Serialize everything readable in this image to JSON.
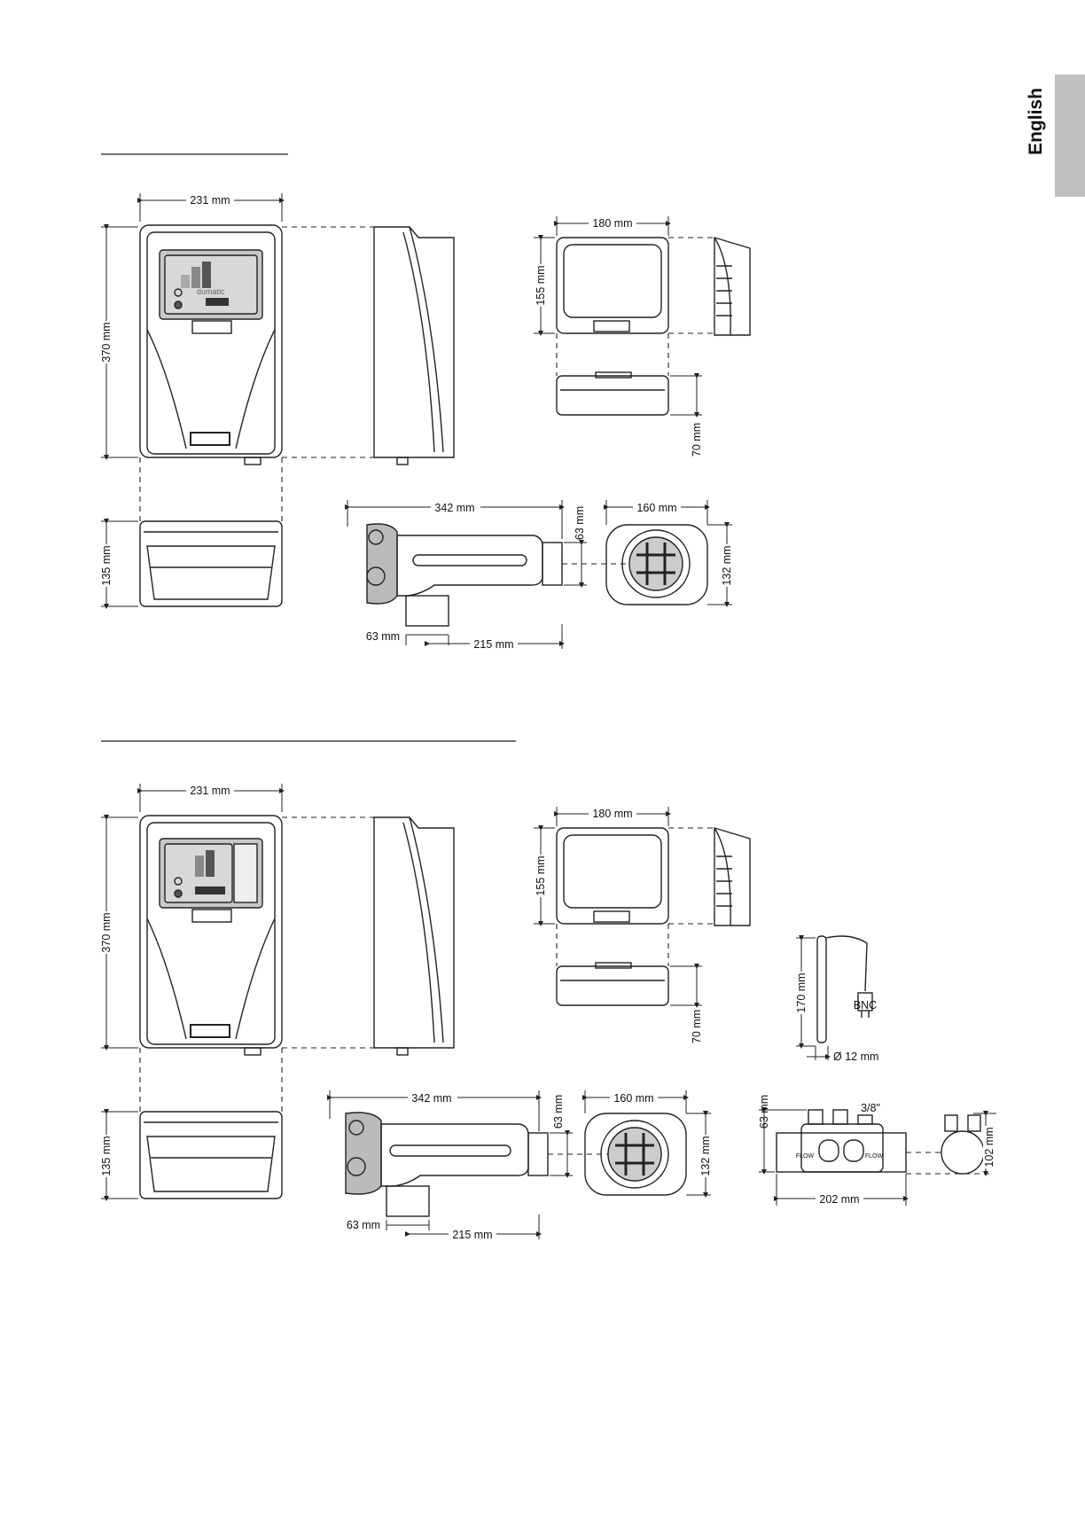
{
  "side_tab": {
    "language": "English"
  },
  "section1": {
    "control_unit": {
      "width": "231 mm",
      "height": "370 mm",
      "depth": "135 mm"
    },
    "ph_box": {
      "width": "180 mm",
      "height": "155 mm",
      "depth": "70 mm"
    },
    "cell": {
      "length": "342 mm",
      "outlet": "63 mm",
      "inlet": "63 mm",
      "inlet_offset": "215 mm"
    },
    "cell_end": {
      "width": "160 mm",
      "height": "132 mm"
    }
  },
  "section2": {
    "control_unit": {
      "width": "231 mm",
      "height": "370 mm",
      "depth": "135 mm"
    },
    "ph_box": {
      "width": "180 mm",
      "height": "155 mm",
      "depth": "70 mm"
    },
    "probe": {
      "length": "170 mm",
      "connector": "BNC",
      "diameter": "Ø 12 mm"
    },
    "cell": {
      "length": "342 mm",
      "outlet": "63 mm",
      "inlet": "63 mm",
      "inlet_offset": "215 mm"
    },
    "cell_end": {
      "width": "160 mm",
      "height": "132 mm"
    },
    "probe_holder": {
      "height": "63 mm",
      "thread": "3/8\"",
      "length": "202 mm",
      "diameter": "102 mm",
      "flow_label": "FLOW"
    }
  },
  "colors": {
    "side_tab": "#bfbfbf",
    "panel": "#c8c8c8",
    "line": "#222222"
  }
}
